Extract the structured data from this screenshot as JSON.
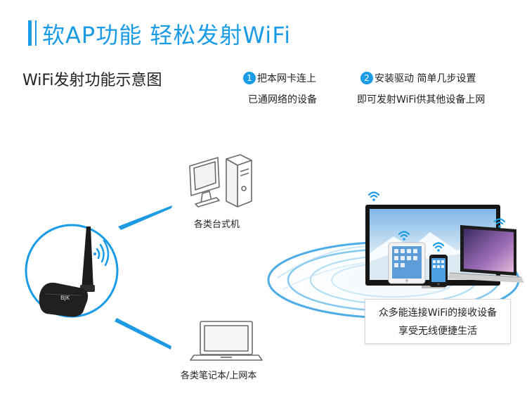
{
  "header": {
    "title": "软AP功能  轻松发射WiFi",
    "subtitle": "WiFi发射功能示意图"
  },
  "steps": [
    {
      "num": "1",
      "line1": "把本网卡连上",
      "line2": "已通网络的设备"
    },
    {
      "num": "2",
      "line1": "安装驱动  简单几步设置",
      "line2": "即可发射WiFi供其他设备上网"
    }
  ],
  "devices": {
    "desktop_label": "各类台式机",
    "laptop_label": "各类笔记本/上网本",
    "receiving_line1": "众多能连接WiFi的接收设备",
    "receiving_line2": "享受无线便捷生活"
  },
  "adapter": {
    "logo_text": "BJK"
  },
  "colors": {
    "accent": "#1a9be6",
    "text": "#222222"
  }
}
